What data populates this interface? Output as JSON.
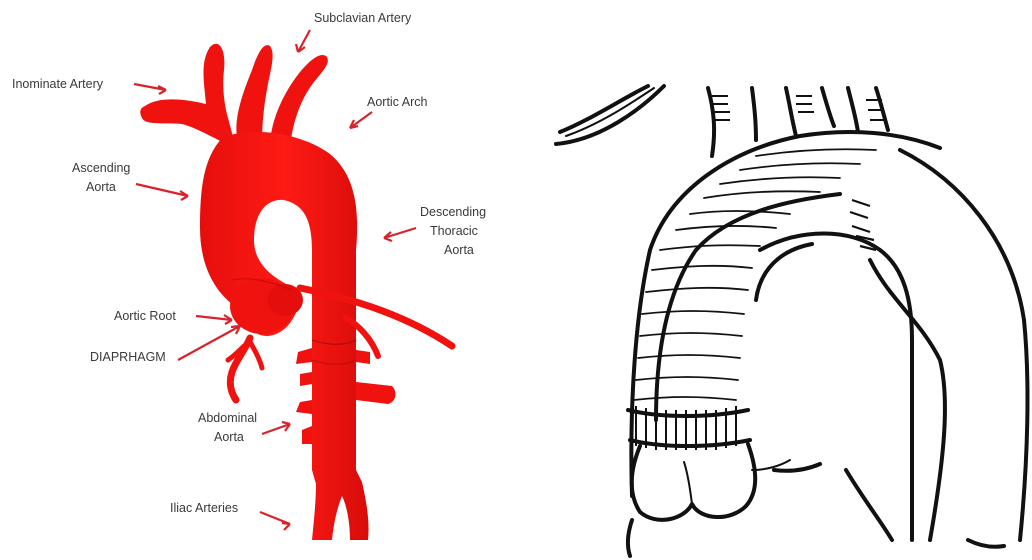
{
  "colors": {
    "aorta": "#f0120f",
    "arrow": "#d8232a",
    "label_text": "#3a3a3a",
    "sketch": "#111111"
  },
  "labels": {
    "subclavian": "Subclavian Artery",
    "inominate": "Inominate Artery",
    "aortic_arch": "Aortic Arch",
    "ascending_1": "Ascending",
    "ascending_2": "Aorta",
    "descending_1": "Descending",
    "descending_2": "Thoracic",
    "descending_3": "Aorta",
    "aortic_root": "Aortic Root",
    "diaphragm": "DIAPRHAGM",
    "abdominal_1": "Abdominal",
    "abdominal_2": "Aorta",
    "iliac": "Iliac Arteries"
  }
}
